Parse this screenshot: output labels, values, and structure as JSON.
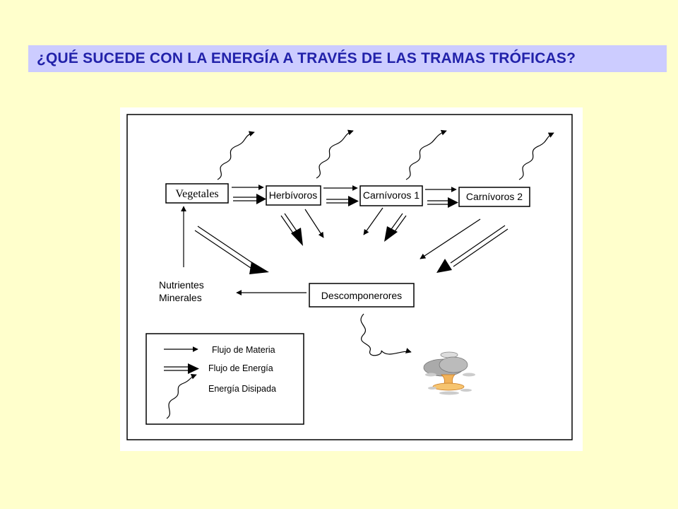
{
  "slide": {
    "title": "¿QUÉ SUCEDE CON LA ENERGÍA A TRAVÉS DE LAS TRAMAS TRÓFICAS?"
  },
  "diagram": {
    "nodes": {
      "vegetales": "Vegetales",
      "herbivoros": "Herbívoros",
      "carnivoros1": "Carnívoros 1",
      "carnivoros2": "Carnívoros 2",
      "descomponedores": "Descomponerores",
      "nutrientes_line1": "Nutrientes",
      "nutrientes_line2": "Minerales"
    },
    "legend": {
      "materia": "Flujo de Materia",
      "energia": "Flujo de Energía",
      "disipada": "Energía Disipada"
    }
  },
  "colors": {
    "background": "#ffffcc",
    "title_bar": "#ccccff",
    "title_text": "#2222aa"
  }
}
